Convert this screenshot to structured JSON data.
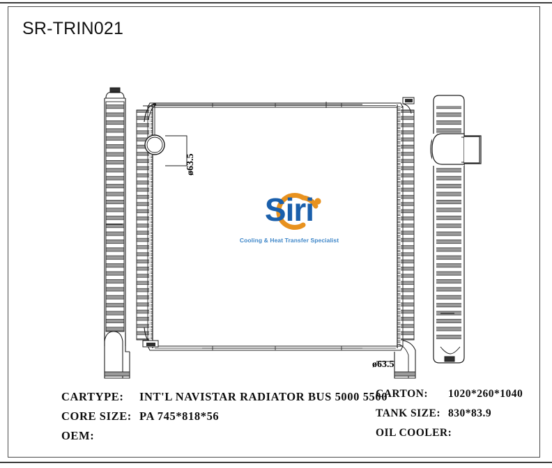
{
  "document": {
    "part_number": "SR-TRIN021"
  },
  "logo": {
    "name": "Siri",
    "tagline": "Cooling & Heat Transfer Specialist",
    "text_color": "#1a5fab",
    "arc_color": "#e8921f",
    "tagline_color": "#3f87c9"
  },
  "dimensions": {
    "inlet_diameter": "ø63.5",
    "outlet_diameter": "ø63.5"
  },
  "specs_left": [
    {
      "key": "CARTYPE:",
      "value": "INT'L NAVISTAR RADIATOR BUS 5000 5500"
    },
    {
      "key": "CORE SIZE:",
      "value": "PA 745*818*56"
    },
    {
      "key": "OEM:",
      "value": ""
    }
  ],
  "specs_right": [
    {
      "key": "CARTON:",
      "value": "1020*260*1040"
    },
    {
      "key": "TANK SIZE:",
      "value": "830*83.9"
    },
    {
      "key": "OIL COOLER:",
      "value": ""
    }
  ],
  "drawing": {
    "views": [
      {
        "name": "left-side-view",
        "label": ""
      },
      {
        "name": "front-view",
        "label": ""
      },
      {
        "name": "right-side-view",
        "label": ""
      }
    ],
    "line_color": "#1c1c1c",
    "fin_color": "#8a8a8a"
  }
}
